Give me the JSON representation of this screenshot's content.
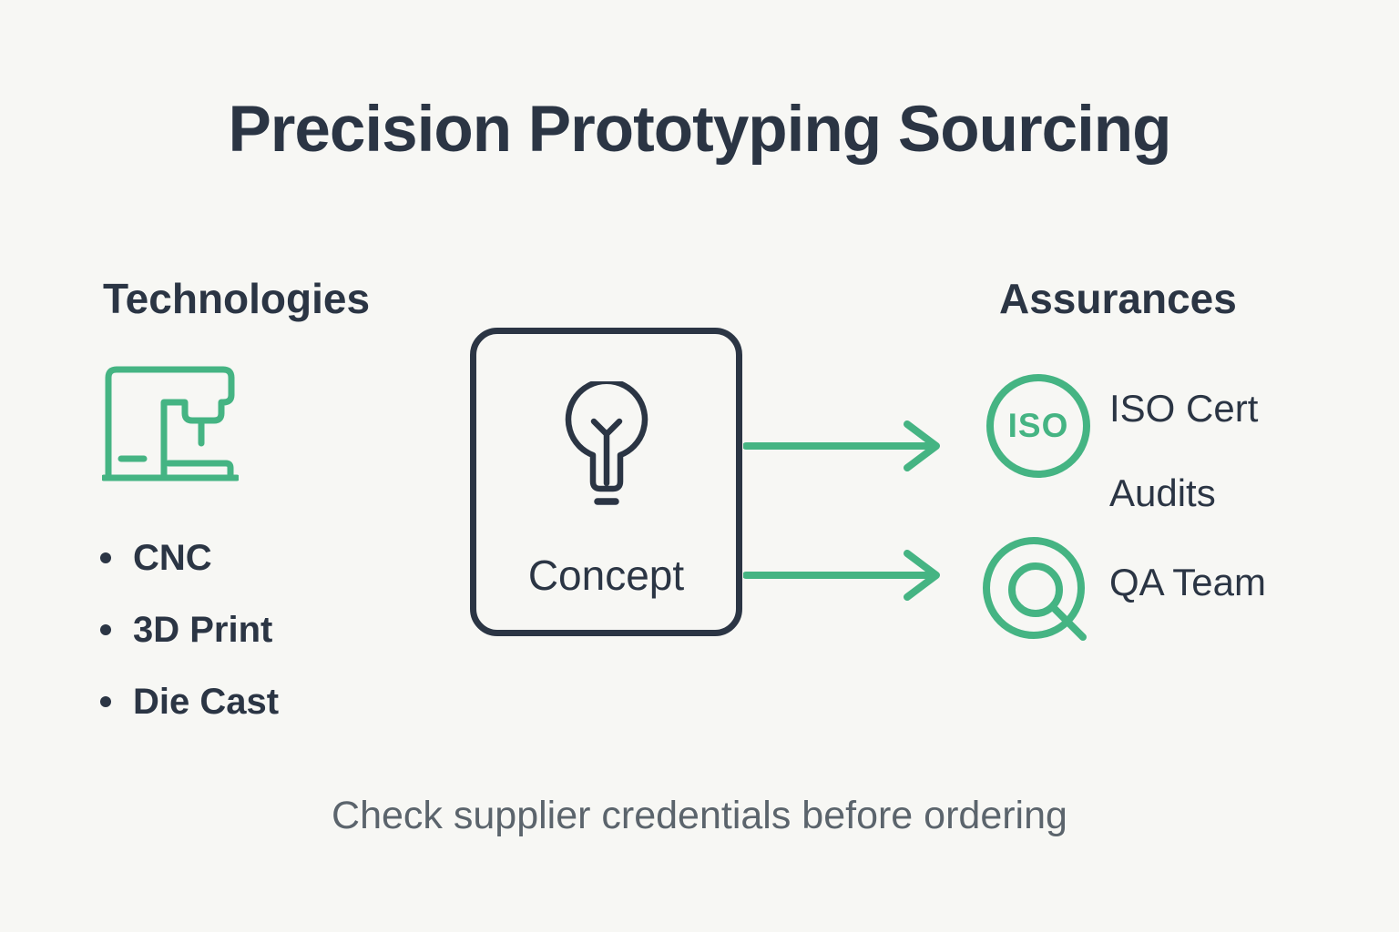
{
  "colors": {
    "background": "#f7f7f4",
    "ink": "#2b3544",
    "green": "#45b483",
    "muted": "#5b646c"
  },
  "title": "Precision Prototyping Sourcing",
  "technologies": {
    "heading": "Technologies",
    "icon": "cnc-machine-icon",
    "items": [
      "CNC",
      "3D Print",
      "Die Cast"
    ]
  },
  "concept": {
    "icon": "lightbulb-icon",
    "label": "Concept"
  },
  "assurances": {
    "heading": "Assurances",
    "items": [
      {
        "icon": "iso-badge-icon",
        "badge_text": "ISO",
        "lines": [
          "ISO Cert",
          "Audits"
        ]
      },
      {
        "icon": "magnifier-icon",
        "lines": [
          "QA Team"
        ]
      }
    ]
  },
  "connectors": [
    {
      "from": "Concept",
      "to": "ISO Cert Audits"
    },
    {
      "from": "Concept",
      "to": "QA Team"
    }
  ],
  "footer": {
    "text": "Check supplier credentials before ordering"
  }
}
